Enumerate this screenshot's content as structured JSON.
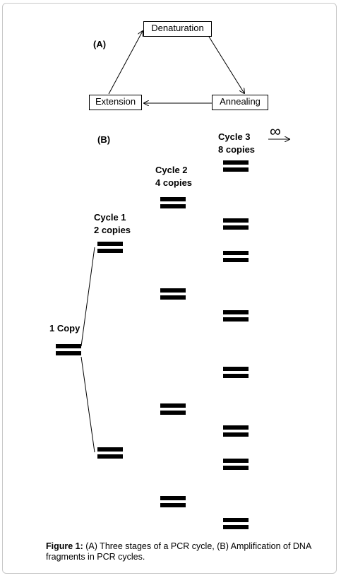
{
  "panel_a": {
    "label": "(A)",
    "stages": {
      "top": "Denaturation",
      "right": "Annealing",
      "left": "Extension"
    }
  },
  "panel_b": {
    "label": "(B)",
    "start": {
      "label": "1 Copy"
    },
    "cycles": [
      {
        "title": "Cycle 1",
        "copies": "2 copies"
      },
      {
        "title": "Cycle 2",
        "copies": "4 copies"
      },
      {
        "title": "Cycle 3",
        "copies": "8 copies"
      }
    ],
    "infinity_symbol": "∞"
  },
  "caption": {
    "prefix": "Figure 1:",
    "text": " (A) Three stages of a PCR cycle, (B) Amplification of DNA fragments in PCR cycles."
  }
}
